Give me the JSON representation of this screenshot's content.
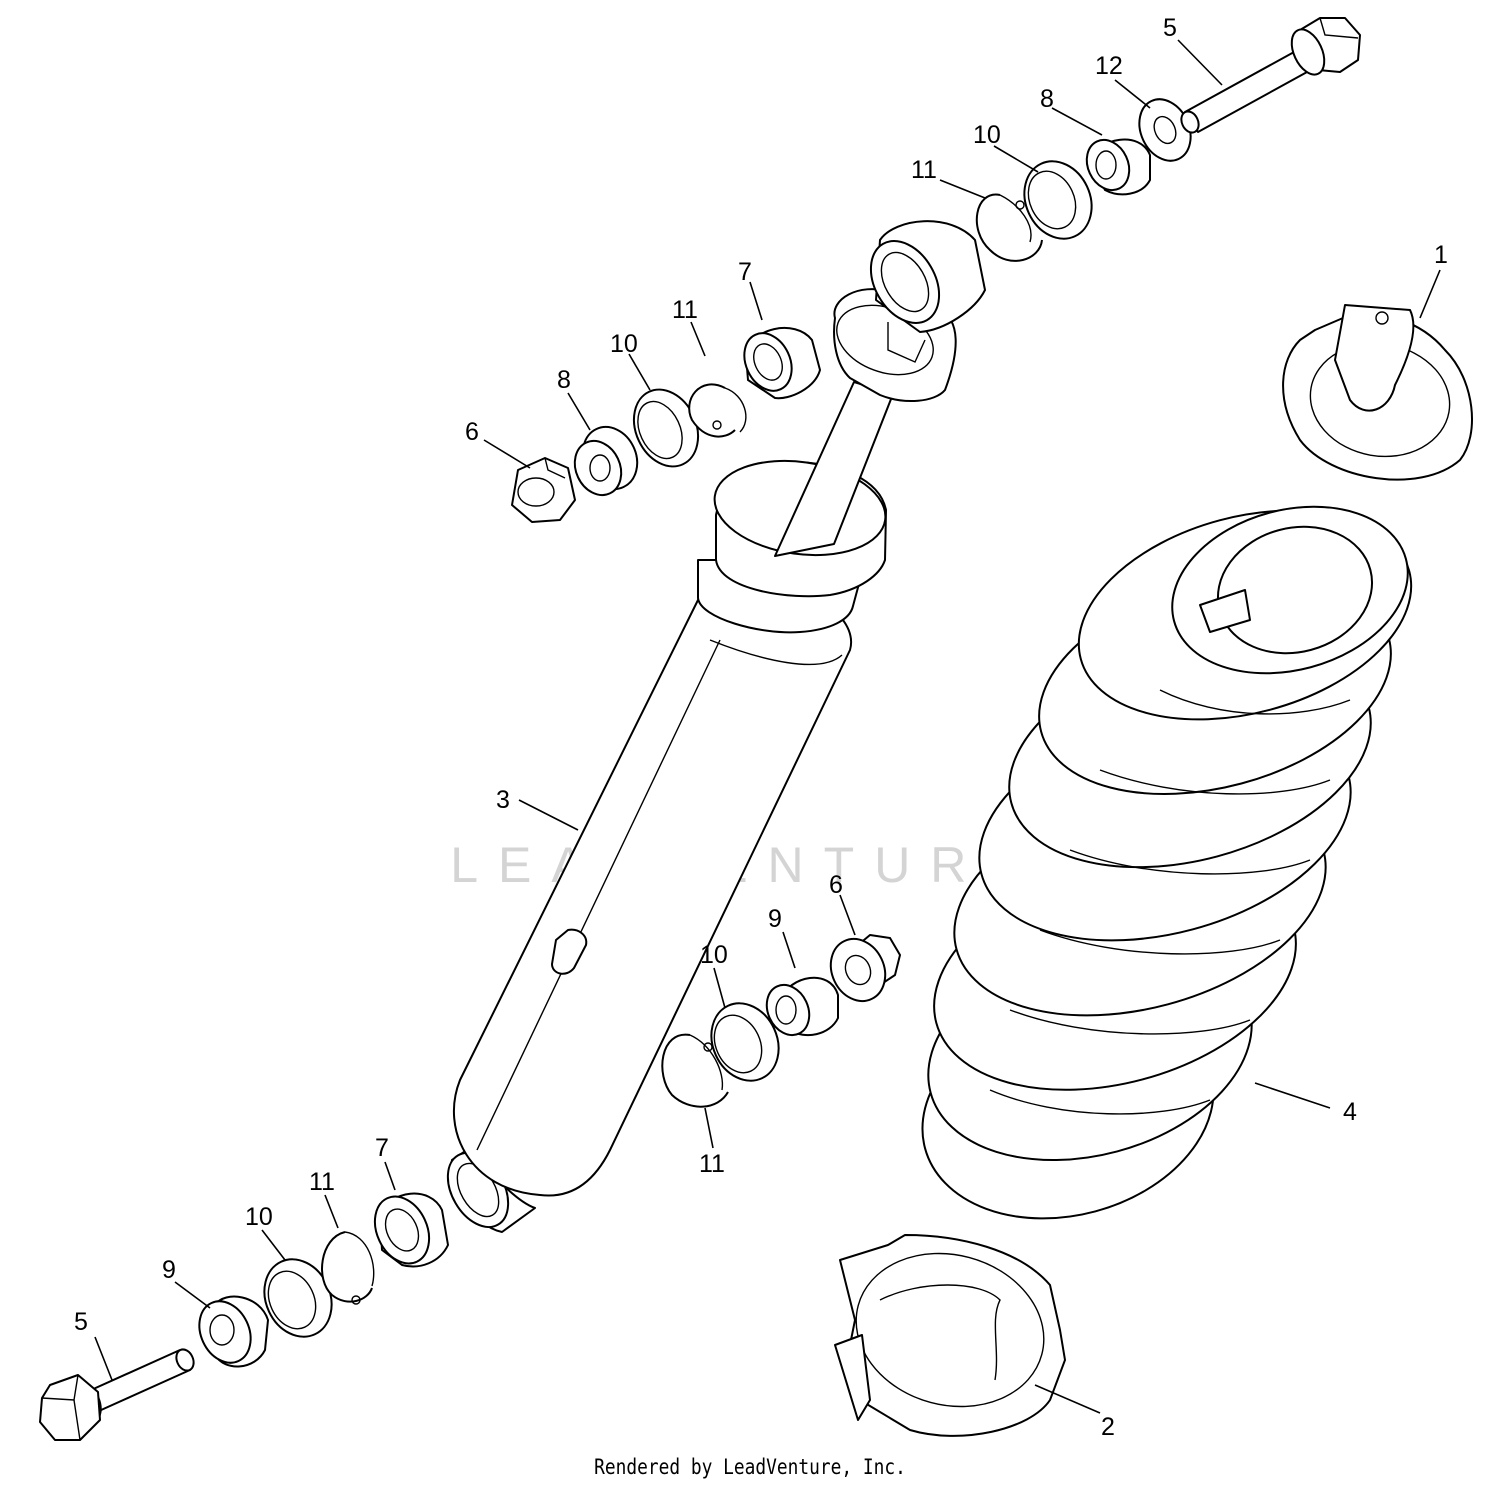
{
  "diagram": {
    "watermark": "LEADVENTURE",
    "footer": "Rendered by LeadVenture, Inc.",
    "colors": {
      "line": "#000000",
      "background": "#ffffff",
      "watermark": "#d4d4d4"
    },
    "callouts": {
      "spring_retainer_top": "1",
      "spring_retainer_bottom": "2",
      "shock_absorber": "3",
      "coil_spring": "4",
      "bolt_top": "5",
      "bolt_bottom": "5",
      "nut_top": "6",
      "nut_middle": "6",
      "bearing_top": "7",
      "bearing_bottom": "7",
      "bushing_top_left": "8",
      "bushing_top_right": "8",
      "bushing_middle": "9",
      "bushing_bottom": "9",
      "seal_top_left": "10",
      "seal_top_right": "10",
      "seal_middle": "10",
      "seal_bottom": "10",
      "snap_ring_top_left": "11",
      "snap_ring_top_right": "11",
      "snap_ring_middle": "11",
      "snap_ring_bottom": "11",
      "washer_top": "12"
    }
  }
}
